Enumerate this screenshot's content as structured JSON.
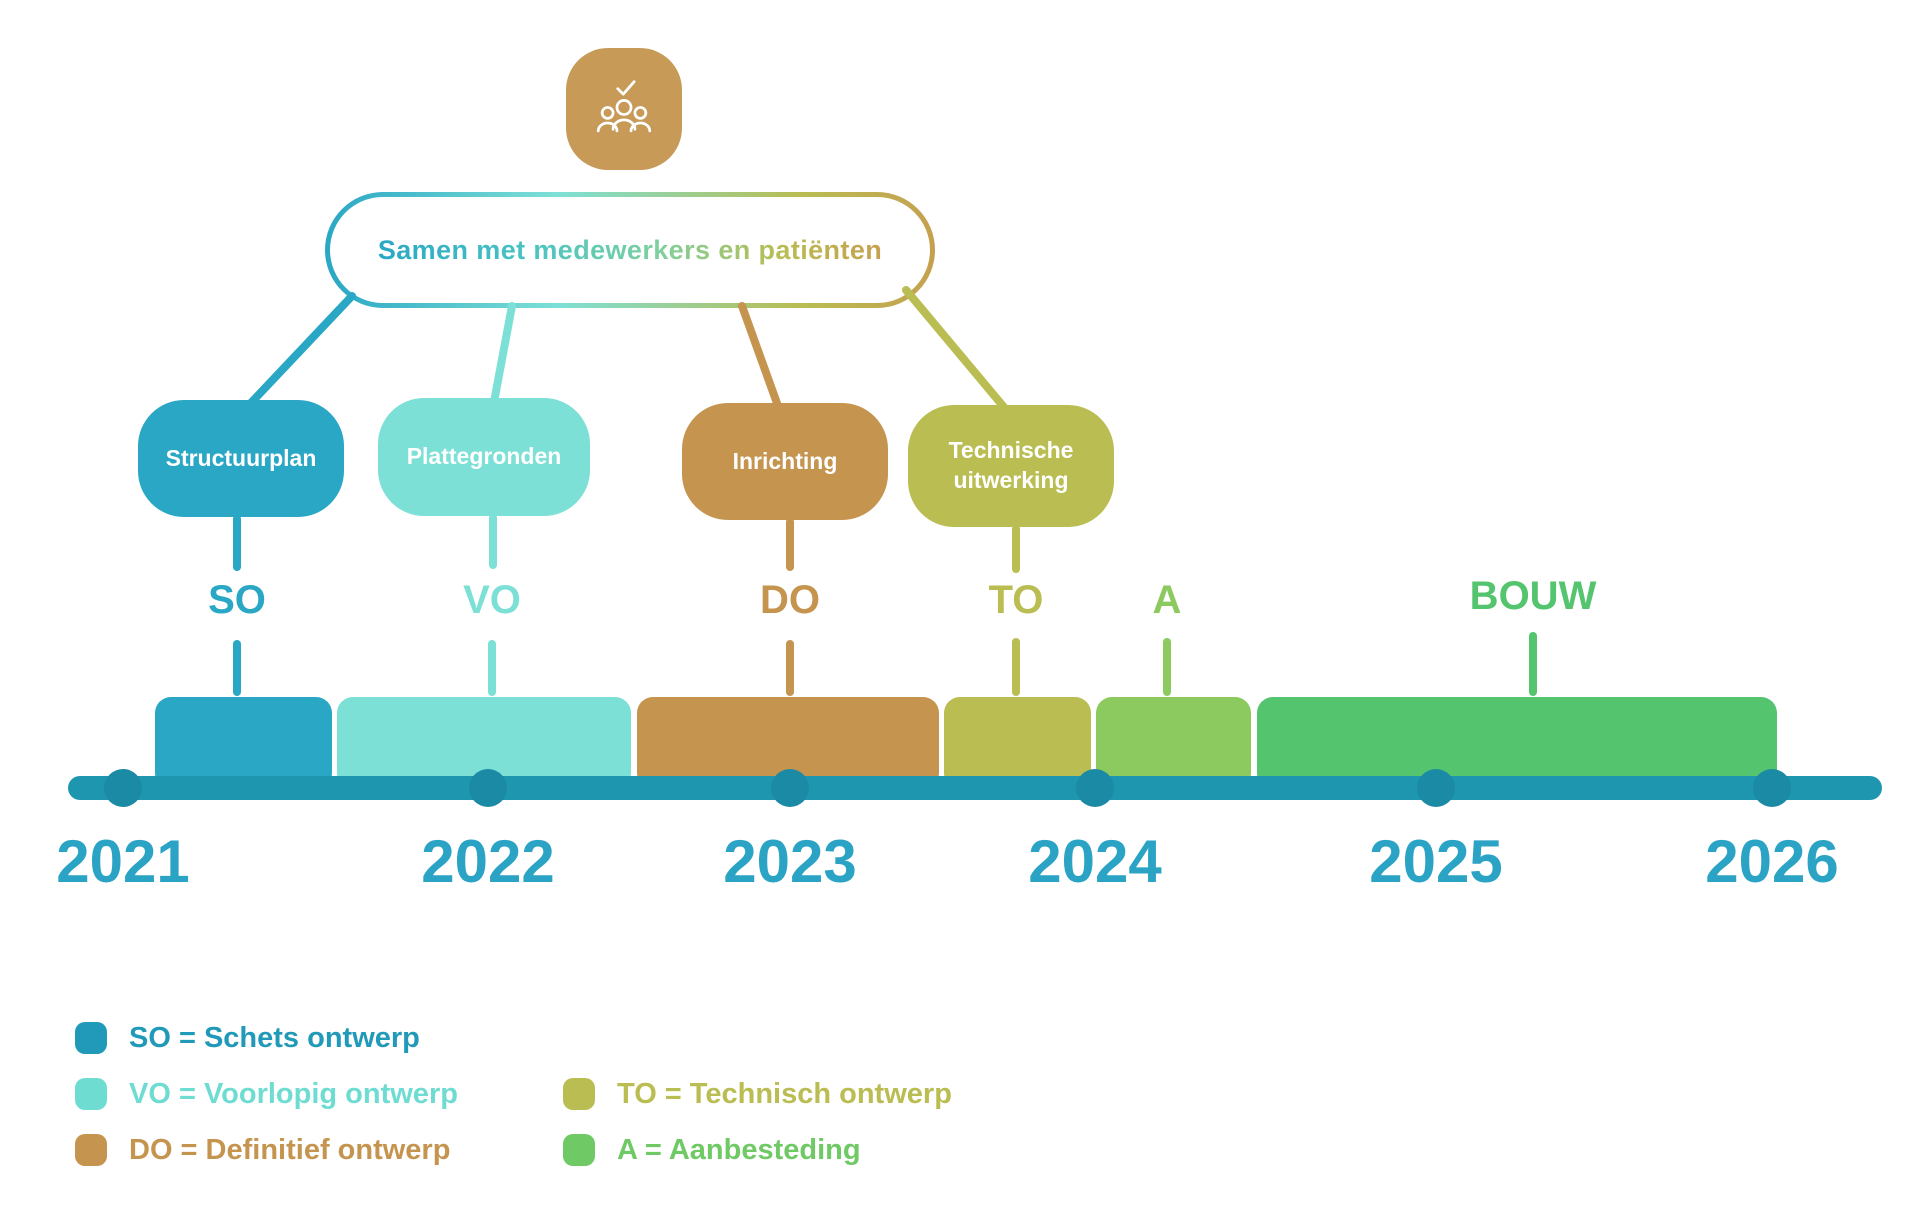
{
  "icon": {
    "name": "people-check-icon",
    "color": "#c79a58"
  },
  "banner": {
    "text": "Samen met medewerkers en patiënten"
  },
  "phase_boxes": [
    {
      "label": "Structuurplan",
      "color": "#2aa7c5"
    },
    {
      "label": "Plattegronden",
      "color": "#7de0d6"
    },
    {
      "label": "Inrichting",
      "color": "#c5944f"
    },
    {
      "label": "Technische uitwerking",
      "color": "#b9bd52"
    }
  ],
  "timeline": {
    "bar_color": "#1f96b0",
    "dot_color": "#1b8aa5",
    "year_color": "#2aa3c4",
    "years": [
      "2021",
      "2022",
      "2023",
      "2024",
      "2025",
      "2026"
    ],
    "phases": [
      {
        "abbr": "SO",
        "color": "#2aa7c5",
        "start": 2021.1,
        "end": 2021.6
      },
      {
        "abbr": "VO",
        "color": "#7de0d6",
        "start": 2021.6,
        "end": 2022.5
      },
      {
        "abbr": "DO",
        "color": "#c5944f",
        "start": 2022.5,
        "end": 2023.5
      },
      {
        "abbr": "TO",
        "color": "#b9bd52",
        "start": 2023.5,
        "end": 2024.0
      },
      {
        "abbr": "A",
        "color": "#8cc95e",
        "start": 2024.0,
        "end": 2024.5
      },
      {
        "abbr": "BOUW",
        "color": "#55c46e",
        "start": 2024.5,
        "end": 2026.0
      }
    ]
  },
  "legend": [
    {
      "text": "SO = Schets ontwerp",
      "color": "#2199b8"
    },
    {
      "text": "VO = Voorlopig ontwerp",
      "color": "#6fdcd2"
    },
    {
      "text": "DO = Definitief ontwerp",
      "color": "#c5944f"
    },
    {
      "text": "TO = Technisch ontwerp",
      "color": "#b9bd52"
    },
    {
      "text": "A = Aanbesteding",
      "color": "#6fc964"
    }
  ]
}
